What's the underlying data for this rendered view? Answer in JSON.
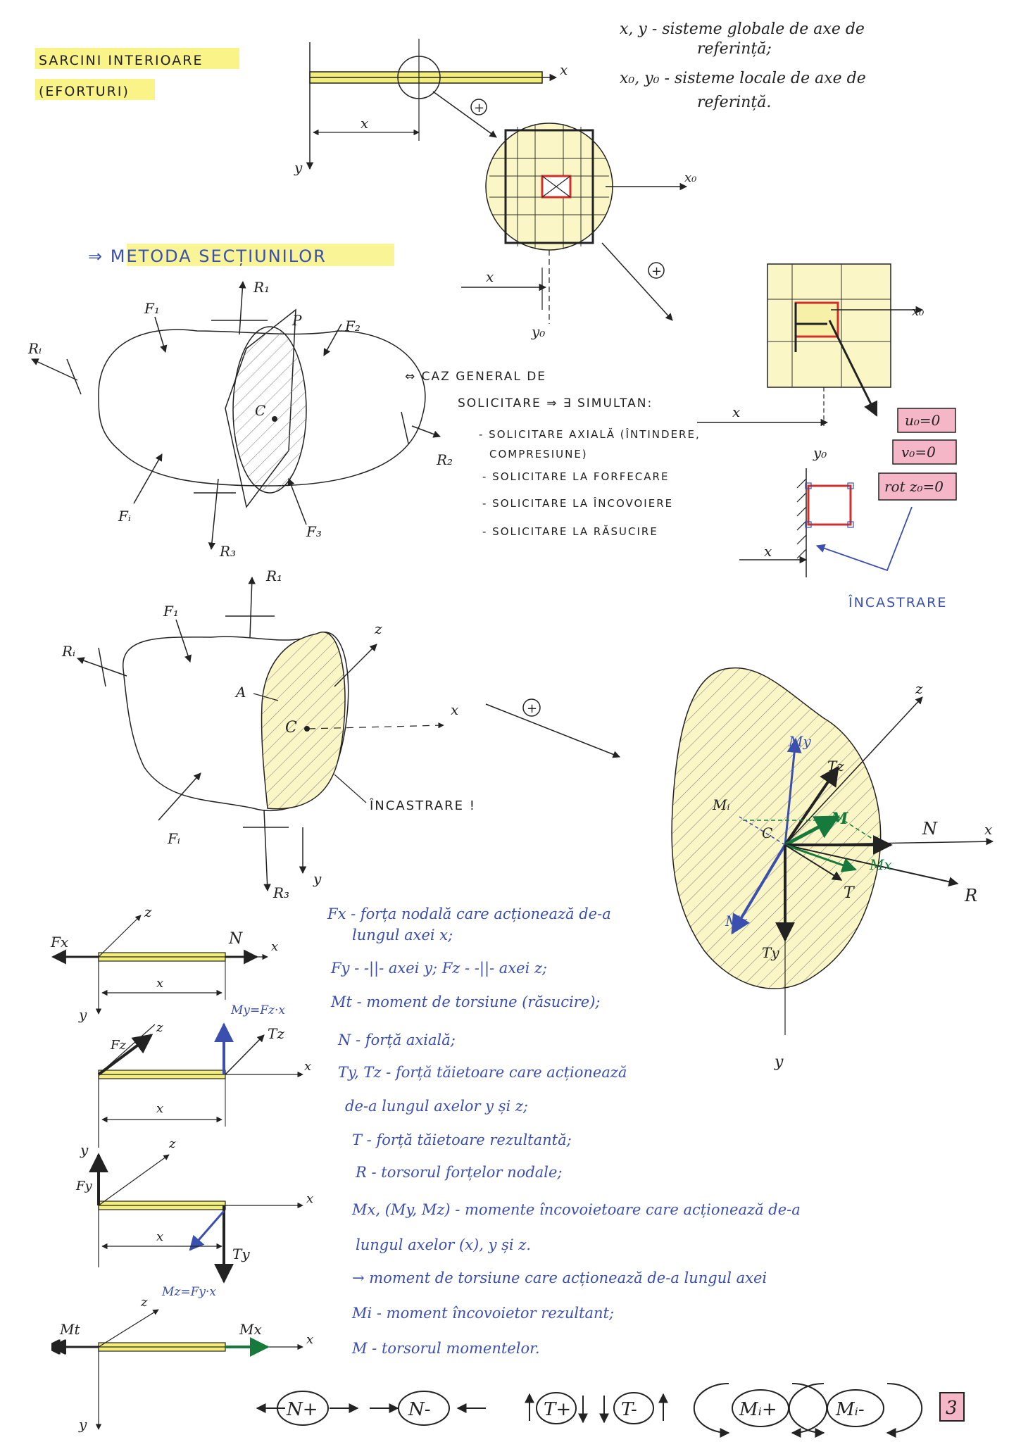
{
  "title": {
    "line1": "SARCINI INTERIOARE",
    "line2": "(EFORTURI)"
  },
  "coord_notes": [
    "x, y - sisteme globale de axe de",
    "referință;",
    "x₀, y₀ - sisteme locale de axe de",
    "referință."
  ],
  "method": "⇒ METODA SECȚIUNILOR",
  "general_case": {
    "heading1": "⇔ CAZ GENERAL DE",
    "heading2": "SOLICITARE ⇒ ∃ SIMULTAN:",
    "items": [
      "- SOLICITARE AXIALĂ (ÎNTINDERE,",
      "COMPRESIUNE)",
      "- SOLICITARE LA FORFECARE",
      "- SOLICITARE LA ÎNCOVOIERE",
      "- SOLICITARE LA RĂSUCIRE"
    ]
  },
  "boundary": {
    "u": "u₀=0",
    "v": "v₀=0",
    "rot": "rot z₀=0",
    "label": "ÎNCASTRARE"
  },
  "incastrare_note": "ÎNCASTRARE !",
  "labels": {
    "x": "x",
    "y": "y",
    "z": "z",
    "x0": "x₀",
    "y0": "y₀",
    "plus": "+",
    "F1": "F₁",
    "F2": "F₂",
    "F3": "F₃",
    "Fi": "Fᵢ",
    "Ri": "Rᵢ",
    "R1": "R₁",
    "R2": "R₂",
    "R3": "R₃",
    "P": "P",
    "C": "C",
    "A": "A",
    "My": "My",
    "Tz": "Tz",
    "Mi": "Mᵢ",
    "M": "M",
    "N": "N",
    "Mx": "Mx",
    "R": "R",
    "T": "T",
    "Mz": "Mz",
    "Ty": "Ty"
  },
  "beams": {
    "b1": {
      "force": "Fx",
      "end": "N"
    },
    "b2": {
      "force": "Fz",
      "moment": "My=Fz·x",
      "end": "Tz"
    },
    "b3": {
      "force": "Fy",
      "end": "Ty"
    },
    "b4": {
      "start": "Mt",
      "end": "Mx",
      "moment": "Mz=Fy·x"
    }
  },
  "definitions": [
    "Fx - forța nodală care acționează de-a",
    "lungul axei x;",
    "Fy - -||- axei y;  Fz - -||- axei z;",
    "Mt - moment de torsiune (răsucire);",
    "N - forță axială;",
    "Ty, Tz - forță tăietoare care acționează",
    "de-a lungul axelor y și z;",
    "T - forță tăietoare rezultantă;",
    "R - torsorul forțelor nodale;",
    "Mx, (My, Mz) - momente încovoietoare care acționează de-a",
    "lungul axelor (x), y și z.",
    "→ moment de torsiune care acționează de-a lungul axei",
    "Mi - moment încovoietor rezultant;",
    "M - torsorul momentelor."
  ],
  "signs": [
    "N+",
    "N-",
    "T+",
    "T-",
    "Mᵢ+",
    "Mᵢ-"
  ],
  "page_number": "3"
}
